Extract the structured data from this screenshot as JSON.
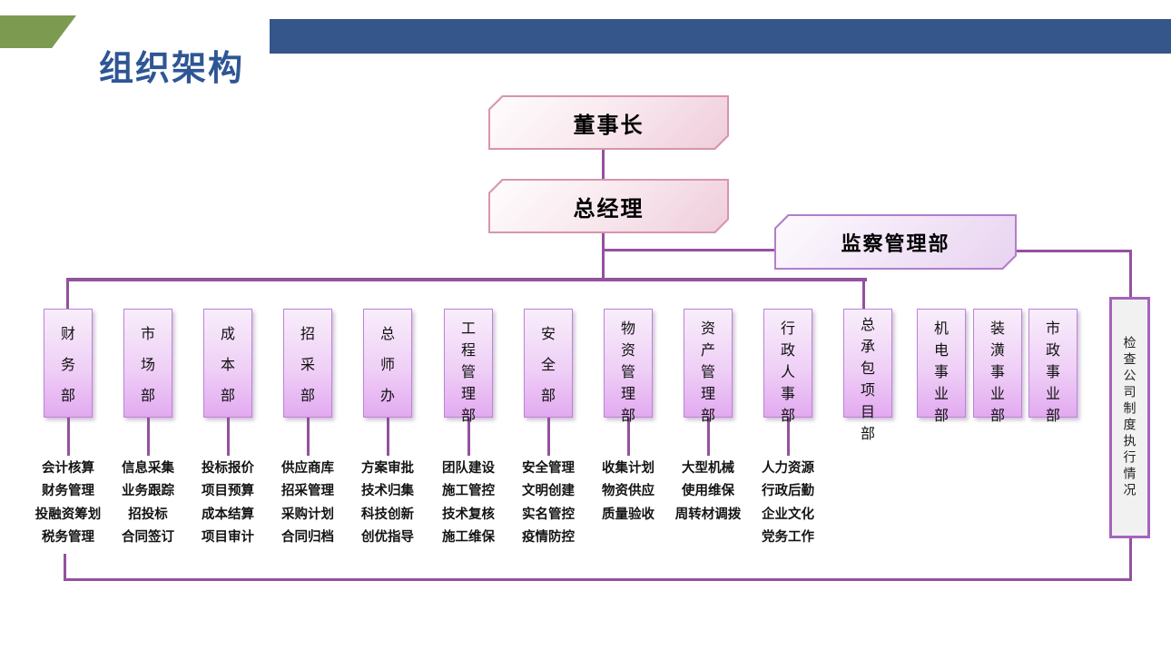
{
  "header": {
    "title": "组织架构"
  },
  "top_nodes": {
    "chairman": "董事长",
    "general_manager": "总经理",
    "supervision": "监察管理部"
  },
  "audit_box": {
    "label": "检查公司制度执行情况"
  },
  "departments": [
    {
      "name": "财务部",
      "duties": [
        "会计核算",
        "财务管理",
        "投融资筹划",
        "税务管理"
      ]
    },
    {
      "name": "市场部",
      "duties": [
        "信息采集",
        "业务跟踪",
        "招投标",
        "合同签订"
      ]
    },
    {
      "name": "成本部",
      "duties": [
        "投标报价",
        "项目预算",
        "成本结算",
        "项目审计"
      ]
    },
    {
      "name": "招采部",
      "duties": [
        "供应商库",
        "招采管理",
        "采购计划",
        "合同归档"
      ]
    },
    {
      "name": "总师办",
      "duties": [
        "方案审批",
        "技术归集",
        "科技创新",
        "创优指导"
      ]
    },
    {
      "name": "工程管理部",
      "duties": [
        "团队建设",
        "施工管控",
        "技术复核",
        "施工维保"
      ]
    },
    {
      "name": "安全部",
      "duties": [
        "安全管理",
        "文明创建",
        "实名管控",
        "疫情防控"
      ]
    },
    {
      "name": "物资管理部",
      "duties": [
        "收集计划",
        "物资供应",
        "质量验收"
      ]
    },
    {
      "name": "资产管理部",
      "duties": [
        "大型机械",
        "使用维保",
        "周转材调拨"
      ]
    },
    {
      "name": "行政人事部",
      "duties": [
        "人力资源",
        "行政后勤",
        "企业文化",
        "党务工作"
      ]
    },
    {
      "name": "总承包项目部",
      "duties": []
    },
    {
      "name": "机电事业部",
      "duties": []
    },
    {
      "name": "装潢事业部",
      "duties": []
    },
    {
      "name": "市政事业部",
      "duties": []
    }
  ],
  "colors": {
    "accent_green": "#7c9b51",
    "header_bar_blue": "#35568b",
    "title_blue": "#2e5694",
    "connector_purple": "#94519f",
    "dept_box_top": "#f8eefb",
    "dept_box_bottom": "#e2aaf0",
    "pink_node_border": "#d795ae",
    "violet_node_border": "#b27fc8",
    "audit_box_bg": "#f2f1f2"
  }
}
